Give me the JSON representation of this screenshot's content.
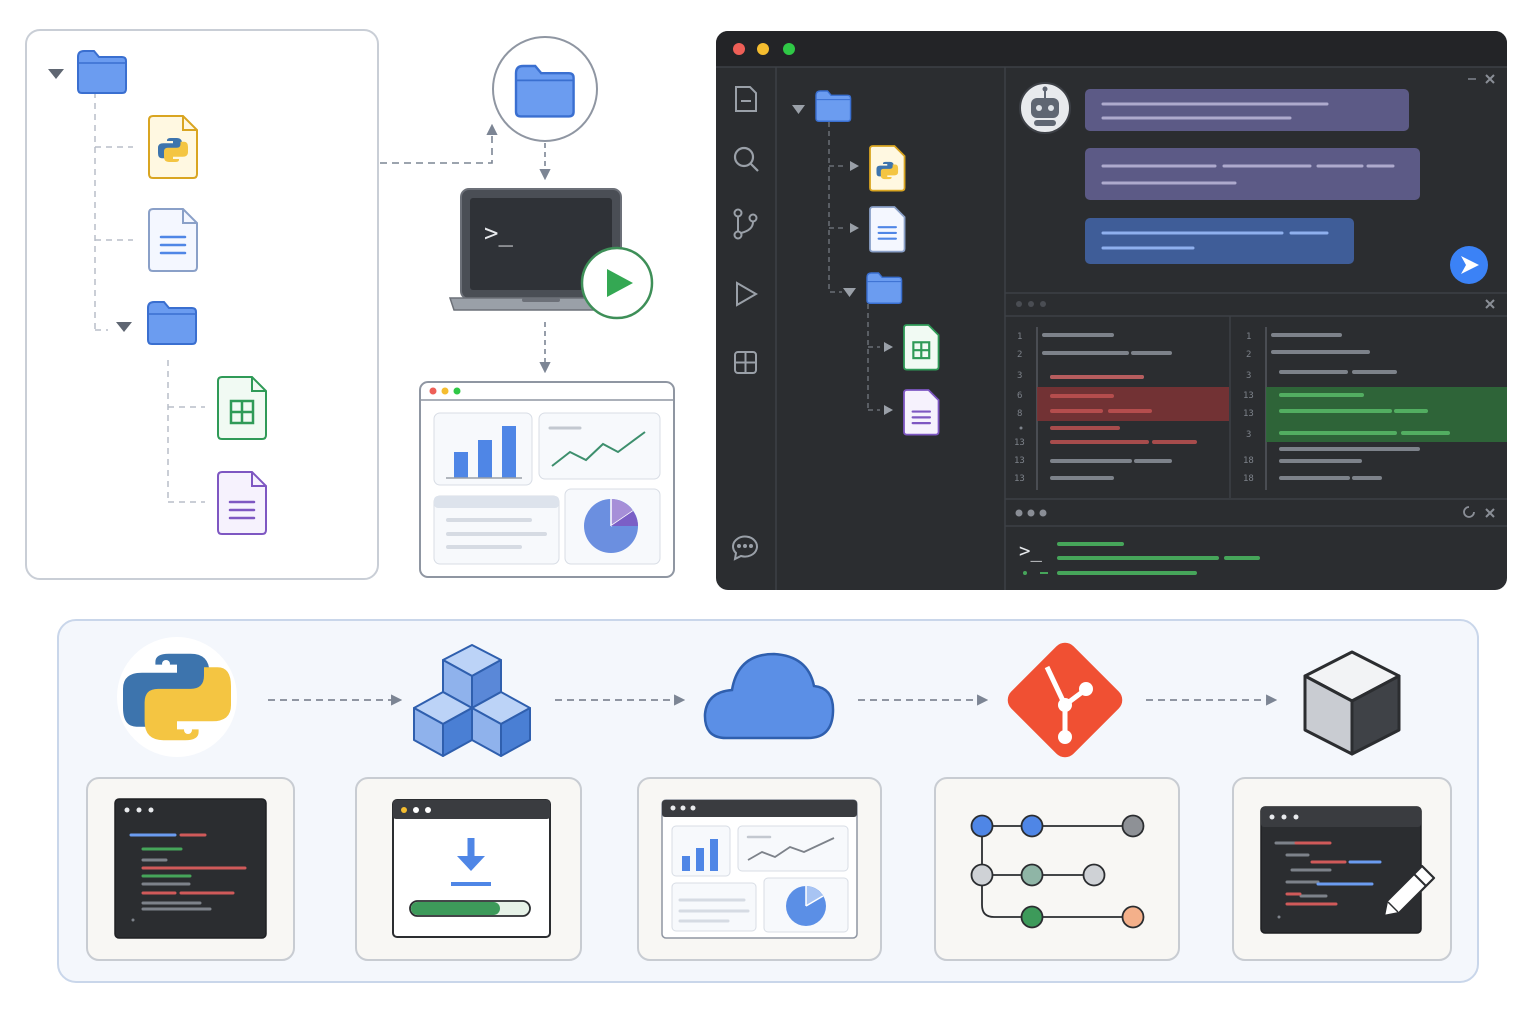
{
  "colors": {
    "folder_blue": "#6b9cf0",
    "folder_stroke": "#3a6fd0",
    "python_yellow": "#f4c542",
    "python_blue": "#3d74ad",
    "doc_blue": "#6b9cf0",
    "sheet_green": "#2f9a57",
    "notes_purple": "#7e57c2",
    "play_green": "#34a853",
    "git_red": "#f05033",
    "ide_bg": "#2b2d30",
    "ide_border": "#3d4046",
    "chat_purple": "#5c5a86",
    "chat_blue": "#3f5d98",
    "send_blue": "#3b82f6",
    "diff_red": "#7a3335",
    "diff_green": "#2f6a3a",
    "panel_bg": "#f4f7fc",
    "panel_border": "#c9d6ea",
    "traffic_red": "#ee5f57",
    "traffic_yellow": "#f5bd2f",
    "traffic_green": "#2fc846"
  },
  "icons": {
    "file_tree": [
      "folder-icon",
      "python-file-icon",
      "document-file-icon",
      "folder-icon",
      "spreadsheet-file-icon",
      "notes-file-icon"
    ],
    "ide_activity_bar": [
      "explorer-icon",
      "search-icon",
      "source-control-icon",
      "run-debug-icon",
      "extensions-icon",
      "chat-icon"
    ],
    "pipeline": [
      "python-logo-icon",
      "packages-cubes-icon",
      "cloud-icon",
      "git-logo-icon",
      "container-cube-icon"
    ],
    "pipeline_cards": [
      "code-editor-window-icon",
      "download-window-icon",
      "dashboard-window-icon",
      "branch-graph-icon",
      "edit-code-window-icon"
    ]
  },
  "ide": {
    "terminal_prompt": ">_",
    "line_numbers_left": [
      "1",
      "2",
      "3",
      "6",
      "8",
      "13",
      "13",
      "13"
    ],
    "line_numbers_right": [
      "1",
      "2",
      "3",
      "13",
      "13",
      "3",
      "18",
      "18"
    ]
  },
  "laptop": {
    "prompt": ">_"
  }
}
